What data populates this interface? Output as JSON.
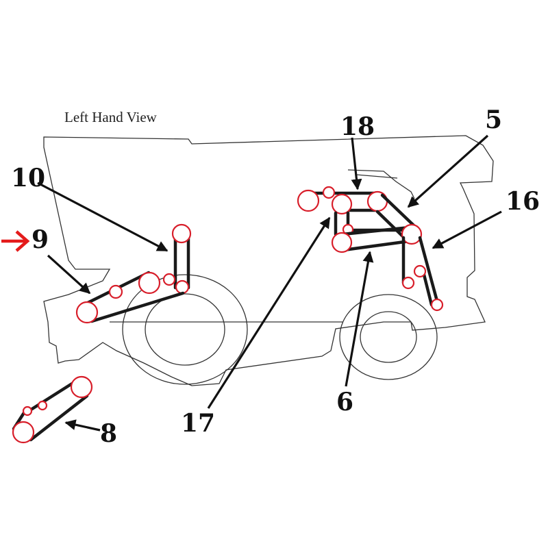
{
  "title": "Left Hand View",
  "colors": {
    "pulley": "#d81e2a",
    "belt": "#1a1a1a",
    "pointer": "#e41b1b"
  },
  "callouts": {
    "c5": "5",
    "c6": "6",
    "c8": "8",
    "c9": "9",
    "c10": "10",
    "c16": "16",
    "c17": "17",
    "c18": "18"
  }
}
